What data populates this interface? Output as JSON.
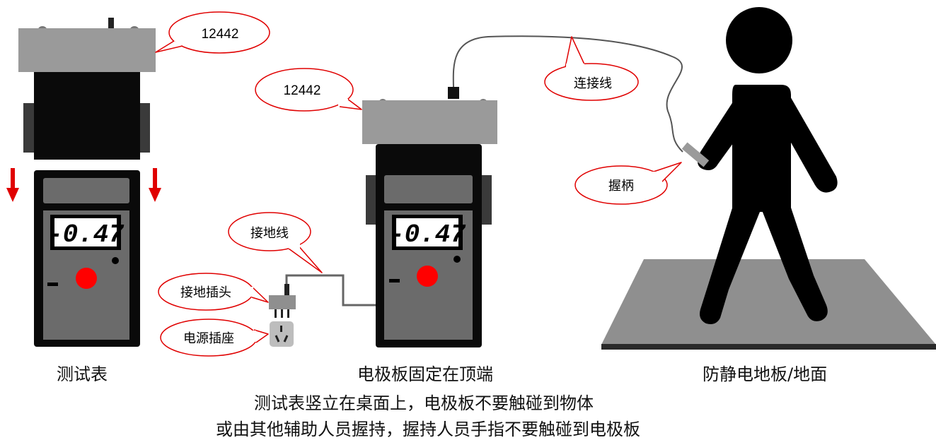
{
  "labels": {
    "meter_label": "12442",
    "electrode_label": "12442",
    "connection_wire": "连接线",
    "handle": "握柄",
    "ground_wire": "接地线",
    "ground_plug": "接地插头",
    "power_socket": "电源插座"
  },
  "display": {
    "reading_left": "-0.47",
    "reading_center": "-0.47"
  },
  "captions": {
    "meter": "测试表",
    "electrode_top": "电极板固定在顶端",
    "floor": "防静电地板/地面",
    "note_line1": "测试表竖立在桌面上，电极板不要触碰到物体",
    "note_line2": "或由其他辅助人员握持，握持人员手指不要触碰到电极板"
  },
  "colors": {
    "bubble_stroke": "#e00000",
    "arrow": "#e00000",
    "button": "#ff0000",
    "meter_body": "#111111",
    "panel": "#6b6b6b",
    "electrode": "#9a9a9a",
    "floor": "#8f8f8f"
  }
}
